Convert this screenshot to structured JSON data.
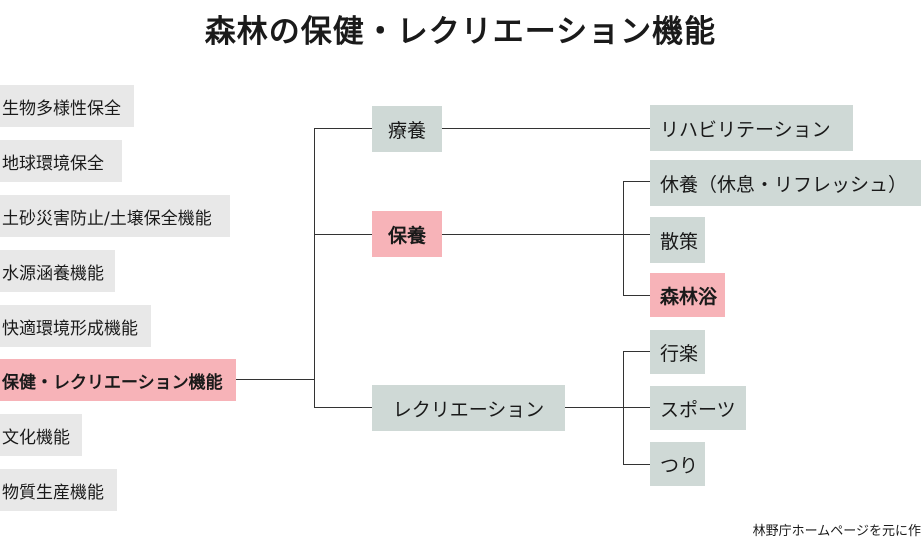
{
  "title": "森林の保健・レクリエーション機能",
  "functions": [
    "生物多様性保全",
    "地球環境保全",
    "土砂災害防止/土壌保全機能",
    "水源涵養機能",
    "快適環境形成機能",
    "保健・レクリエーション機能",
    "文化機能",
    "物質生産機能"
  ],
  "categories": [
    "療養",
    "保養",
    "レクリエーション"
  ],
  "activities": [
    "リハビリテーション",
    "休養（休息・リフレッシュ）",
    "散策",
    "森林浴",
    "行楽",
    "スポーツ",
    "つり"
  ],
  "footer": "林野庁ホームページを元に作",
  "colors": {
    "highlight": "#f7b3b8",
    "node": "#cfd9d6",
    "list": "#e8e8e8"
  }
}
